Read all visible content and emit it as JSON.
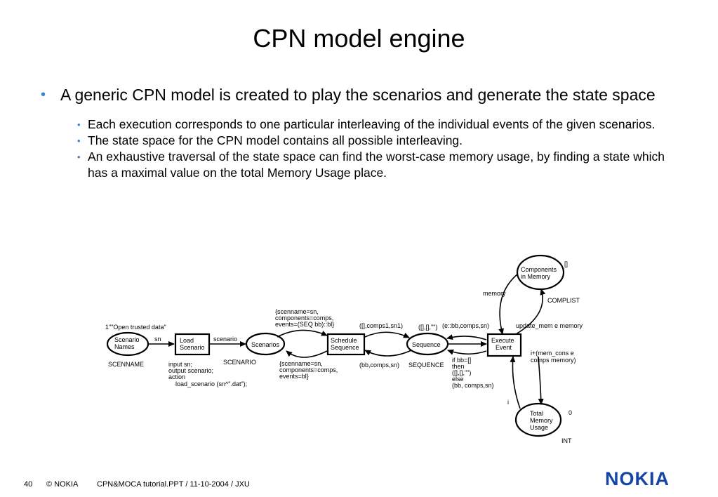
{
  "slide": {
    "title": "CPN model engine",
    "bullet_main": "A generic CPN model is created to play the scenarios and generate the state space",
    "sub_bullets": [
      "Each execution corresponds to one particular interleaving of the individual events of the given scenarios.",
      "The state space for the CPN model contains all possible interleaving.",
      "An exhaustive traversal of the state space can find the worst-case memory usage, by finding a state which has a maximal value on the total Memory Usage place."
    ]
  },
  "diagram": {
    "places": {
      "scenario_names": [
        "Scenario",
        "Names"
      ],
      "scenarios": "Scenarios",
      "sequence": "Sequence",
      "components": [
        "Components",
        "in Memory"
      ],
      "total_memory": [
        "Total",
        "Memory",
        "Usage"
      ]
    },
    "transitions": {
      "load_scenario": [
        "Load",
        "Scenario"
      ],
      "schedule_sequence": [
        "Schedule",
        "Sequence"
      ],
      "execute_event": [
        "Execute",
        "Event"
      ]
    },
    "color_sets": {
      "scenname": "SCENNAME",
      "scenario": "SCENARIO",
      "sequence": "SEQUENCE",
      "complist": "COMPLIST",
      "int": "INT"
    },
    "initial_markings": {
      "scenario_names": "1\"\"Open trusted data\"",
      "components": "[]",
      "total_memory": "0"
    },
    "arc_labels": {
      "sn": "sn",
      "scenario": "scenario",
      "scenarios_to_schedule": [
        "{scenname=sn,",
        "components=comps,",
        "events=(SEQ bb)::bl}"
      ],
      "schedule_to_scenarios": [
        "{scenname=sn,",
        "components=comps,",
        "events=bl}"
      ],
      "schedule_to_sequence": "([],comps1,sn1)",
      "sequence_to_schedule": "(bb,comps,sn)",
      "execute_to_sequence_top": "([],[],\"\")",
      "sequence_to_execute": "(e::bb,comps,sn)",
      "execute_to_sequence_bottom": [
        "if bb=[]",
        "then",
        "([],[],\"\")",
        "else",
        "(bb, comps,sn)"
      ],
      "memory": "memory",
      "update": "update_mem e memory",
      "total_in": [
        "i+(mem_cons e",
        "comps memory)"
      ],
      "i": "i"
    },
    "load_code": [
      "input sn;",
      "output  scenario;",
      "action",
      "load_scenario  (sn^\".dat\");"
    ]
  },
  "footer": {
    "page": "40",
    "copyright": "© NOKIA",
    "file": "CPN&MOCA tutorial.PPT / 11-10-2004 / JXU",
    "logo": "NOKIA"
  },
  "colors": {
    "bullet": "#3b7fd0",
    "logo": "#1545a8"
  }
}
